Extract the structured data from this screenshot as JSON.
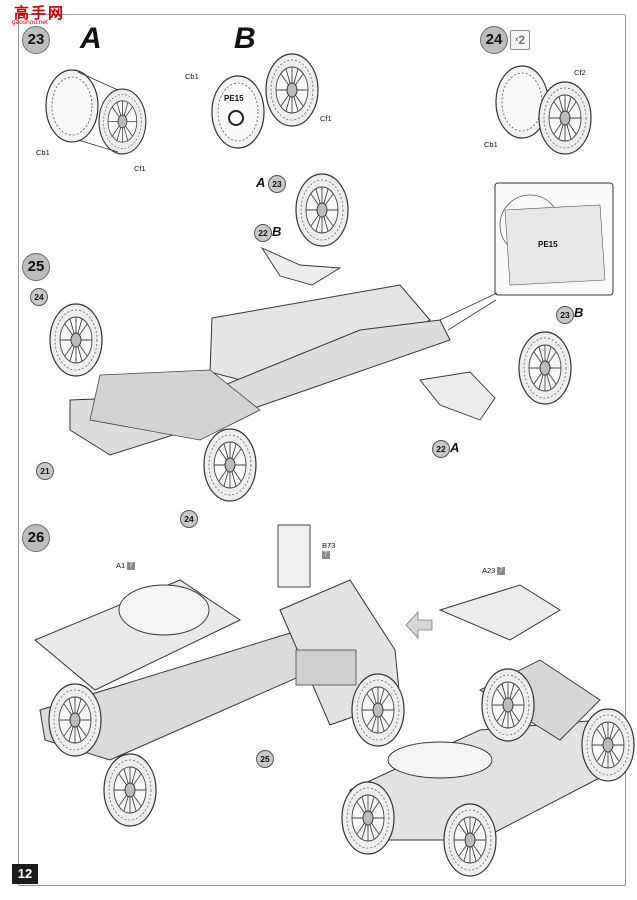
{
  "page": {
    "number": "12",
    "watermark": {
      "text": "高手网",
      "url": "gaoshou.net"
    }
  },
  "step23": {
    "number": "23",
    "variant_a": "A",
    "variant_b": "B",
    "labels": {
      "a_cb1": "Cb1",
      "a_cf1": "Cf1",
      "b_cb1": "Cb1",
      "b_pe15": "PE15",
      "b_cf1": "Cf1"
    }
  },
  "step24": {
    "number": "24",
    "multiplier": "2",
    "multiplier_prefix": "x",
    "labels": {
      "cf2": "Cf2",
      "cb1": "Cb1"
    }
  },
  "step25": {
    "number": "25",
    "refs": {
      "wheel_a23_num": "23",
      "wheel_a23_letter": "A",
      "fender_22b_num": "22",
      "fender_22b_letter": "B",
      "wheel_24_top": "24",
      "chassis_21": "21",
      "wheel_24_bottom": "24",
      "wheel_23b_num": "23",
      "wheel_23b_letter": "B",
      "fender_22a_num": "22",
      "fender_22a_letter": "A"
    },
    "detail_label": "PE15"
  },
  "step26": {
    "number": "26",
    "labels": {
      "a1": "A1",
      "a1_color": "7",
      "b73": "B73",
      "b73_color": "7",
      "a23": "A23",
      "a23_color": "7"
    },
    "ref_25": "25"
  }
}
